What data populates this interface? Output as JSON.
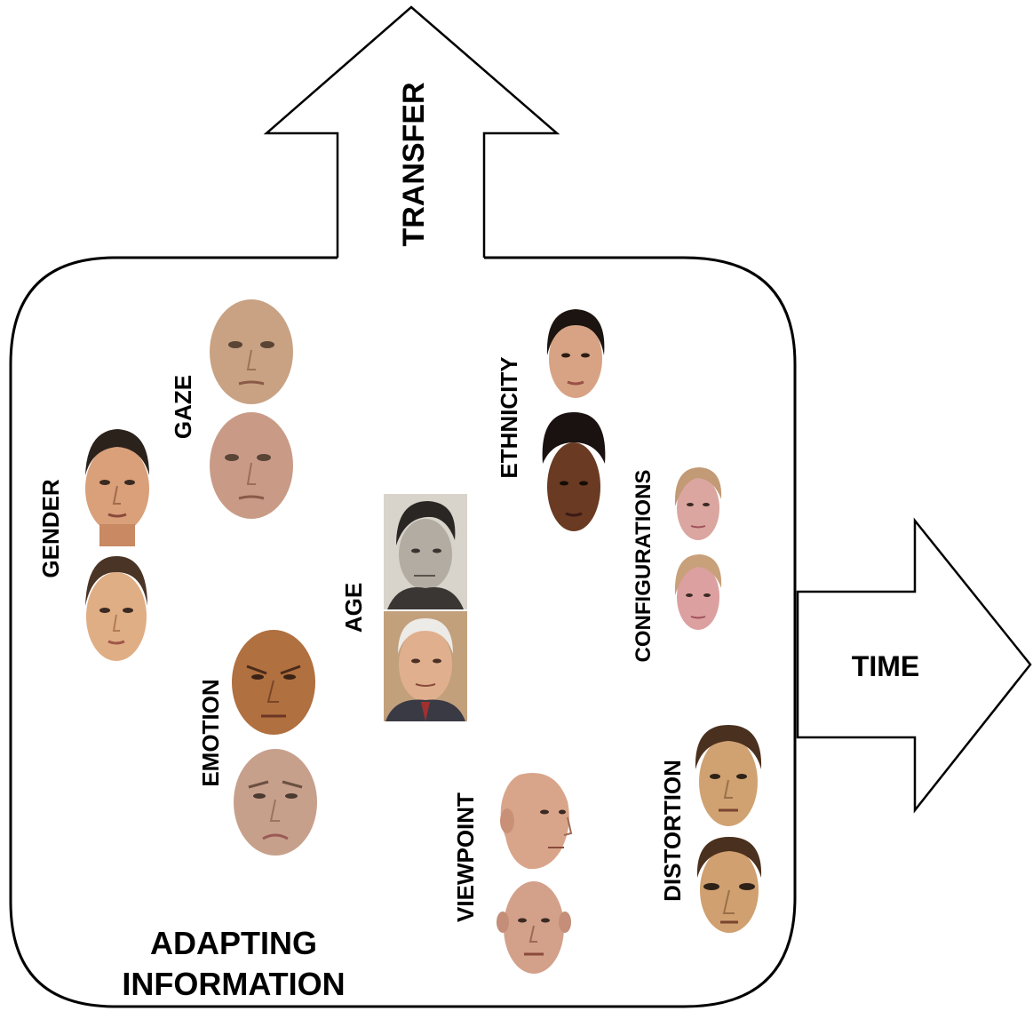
{
  "arrows": {
    "transfer": "TRANSFER",
    "time": "TIME"
  },
  "box_label": {
    "line1": "ADAPTING",
    "line2": "INFORMATION"
  },
  "categories": {
    "gender": "GENDER",
    "gaze": "GAZE",
    "emotion": "EMOTION",
    "age": "AGE",
    "ethnicity": "ETHNICITY",
    "configurations": "CONFIGURATIONS",
    "viewpoint": "VIEWPOINT",
    "distortion": "DISTORTION"
  },
  "colors": {
    "outline": "#000000",
    "background": "#ffffff",
    "skin_light": "#e2b48c",
    "skin_tan": "#c98a5c",
    "skin_dark": "#5a3120",
    "hair_dark": "#2a1d14",
    "hair_blond": "#c7a27a"
  }
}
